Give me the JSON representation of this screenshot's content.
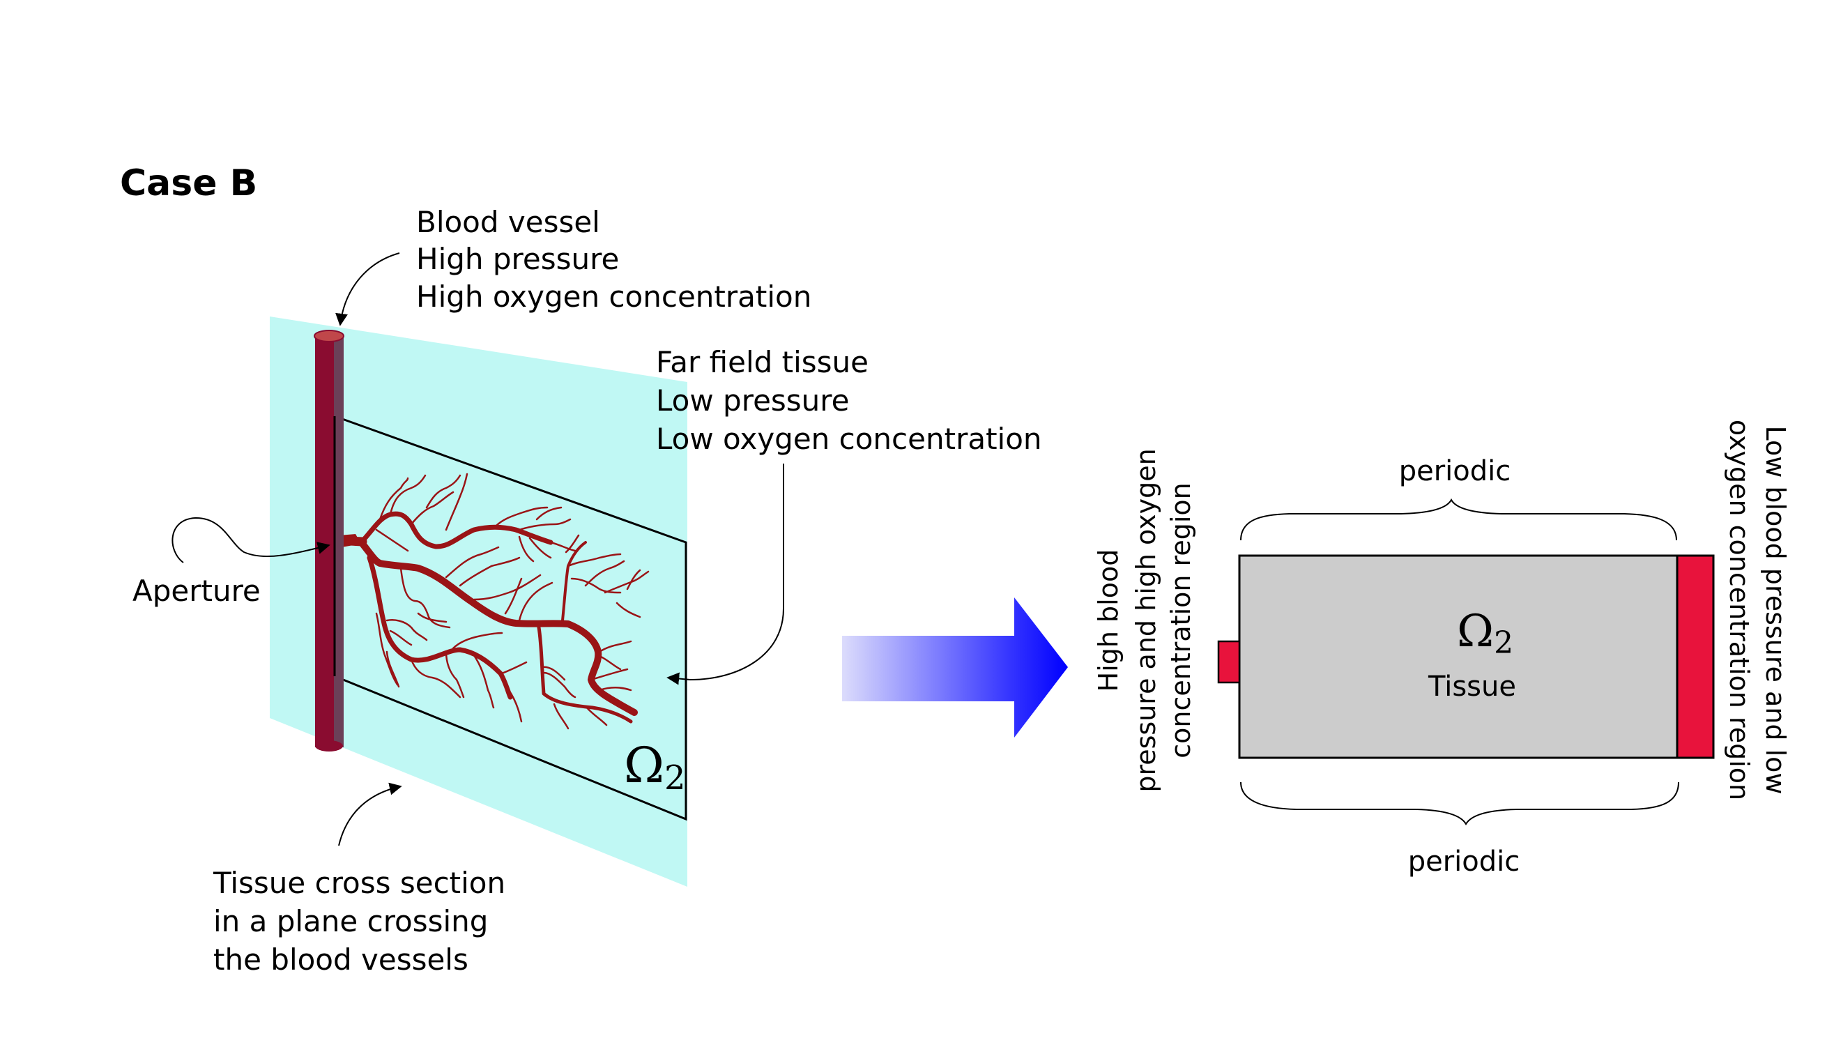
{
  "title": "Case B",
  "left_panel": {
    "blood_vessel_label": [
      "Blood vessel",
      "High pressure",
      "High oxygen concentration"
    ],
    "far_field_label": [
      "Far field tissue",
      "Low pressure",
      "Low oxygen concentration"
    ],
    "aperture_label": "Aperture",
    "cross_section_label": [
      "Tissue cross section",
      "in a plane crossing",
      "the blood vessels"
    ],
    "domain_symbol": "Ω",
    "domain_subscript": "2"
  },
  "right_panel": {
    "top_boundary_label": "periodic",
    "bottom_boundary_label": "periodic",
    "domain_symbol": "Ω",
    "domain_subscript": "2",
    "domain_name": "Tissue",
    "left_region_label": [
      "High blood",
      "pressure and high oxygen",
      "concentration region"
    ],
    "right_region_label": [
      "Low blood pressure and low",
      "oxygen concentration region"
    ]
  },
  "colors": {
    "plane": "#c0f8f4",
    "vessel_dark": "#8a0c30",
    "vessel_shade": "#6b4058",
    "vessel_cap": "#c0474a",
    "capillary": "#9a1416",
    "tissue_gray": "#cccccc",
    "boundary_red": "#e8133c",
    "arrow_blue": "#0000ff"
  }
}
